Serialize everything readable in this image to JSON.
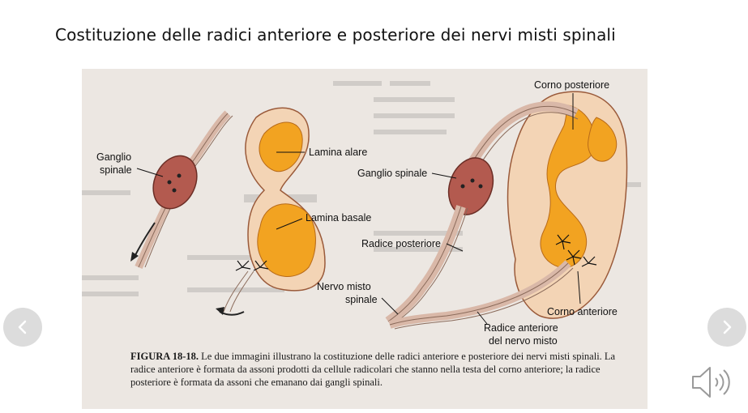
{
  "slide": {
    "title": "Costituzione delle radici anteriore e posteriore dei nervi misti spinali"
  },
  "figure": {
    "labels": {
      "ganglio_spinale_left": [
        "Ganglio",
        "spinale"
      ],
      "lamina_alare": "Lamina alare",
      "lamina_basale": "Lamina basale",
      "corno_posteriore": "Corno posteriore",
      "ganglio_spinale_right": "Ganglio spinale",
      "radice_posteriore": "Radice posteriore",
      "nervo_misto_spinale": [
        "Nervo misto",
        "spinale"
      ],
      "corno_anteriore": "Corno anteriore",
      "radice_anteriore": [
        "Radice anteriore",
        "del nervo misto"
      ]
    },
    "caption_bold": "FIGURA 18-18.",
    "caption_text": " Le due immagini illustrano la costituzione delle radici anteriore e posteriore dei nervi misti spinali. La radice anteriore è formata da assoni prodotti da cellule radicolari che stanno nella testa del corno anteriore; la radice posteriore è formata da assoni che emanano dai gangli spinali."
  },
  "controls": {
    "prev_icon": "chevron-left-icon",
    "next_icon": "chevron-right-icon",
    "audio_icon": "speaker-icon"
  },
  "colors": {
    "tissue_orange": "#f2a321",
    "tissue_pink": "#f3d4b5",
    "ganglion": "#b35a4f",
    "page_bg": "#ece7e2",
    "nav_bg": "#dcdcdc"
  }
}
